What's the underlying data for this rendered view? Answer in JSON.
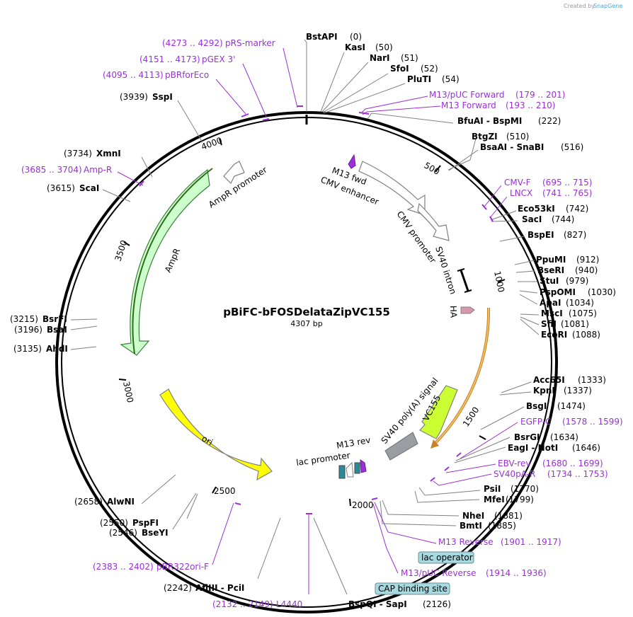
{
  "plasmid": {
    "name": "pBiFC-bFOSDelataZipVC155",
    "length_label": "4307 bp"
  },
  "brand": {
    "prefix": "Created by",
    "name": "SnapGene"
  },
  "ticks": [
    "500",
    "1000",
    "1500",
    "2000",
    "2500",
    "3000",
    "3500",
    "4000"
  ],
  "sites": [
    {
      "name": "BstAPI",
      "pos": "(0)"
    },
    {
      "name": "KasI",
      "pos": "(50)"
    },
    {
      "name": "NarI",
      "pos": "(51)"
    },
    {
      "name": "SfoI",
      "pos": "(52)"
    },
    {
      "name": "PluTI",
      "pos": "(54)"
    },
    {
      "name": "BfuAI - BspMI",
      "pos": "(222)"
    },
    {
      "name": "BtgZI",
      "pos": "(510)"
    },
    {
      "name": "BsaAI - SnaBI",
      "pos": "(516)"
    },
    {
      "name": "Eco53kI",
      "pos": "(742)"
    },
    {
      "name": "SacI",
      "pos": "(744)"
    },
    {
      "name": "BspEI",
      "pos": "(827)"
    },
    {
      "name": "PpuMI",
      "pos": "(912)"
    },
    {
      "name": "BseRI",
      "pos": "(940)"
    },
    {
      "name": "StuI",
      "pos": "(979)"
    },
    {
      "name": "PspOMI",
      "pos": "(1030)"
    },
    {
      "name": "ApaI",
      "pos": "(1034)"
    },
    {
      "name": "MscI",
      "pos": "(1075)"
    },
    {
      "name": "SfiI",
      "pos": "(1081)"
    },
    {
      "name": "EcoRI",
      "pos": "(1088)"
    },
    {
      "name": "Acc65I",
      "pos": "(1333)"
    },
    {
      "name": "KpnI",
      "pos": "(1337)"
    },
    {
      "name": "BsgI",
      "pos": "(1474)"
    },
    {
      "name": "BsrGI",
      "pos": "(1634)"
    },
    {
      "name": "EagI - NotI",
      "pos": "(1646)"
    },
    {
      "name": "PsiI",
      "pos": "(1770)"
    },
    {
      "name": "MfeI",
      "pos": "(1799)"
    },
    {
      "name": "NheI",
      "pos": "(1881)"
    },
    {
      "name": "BmtI",
      "pos": "(1885)"
    },
    {
      "name": "BspQI - SapI",
      "pos": "(2126)"
    },
    {
      "name": "AflIII - PciI",
      "pos": "(2242)"
    },
    {
      "name": "BseYI",
      "pos": "(2546)"
    },
    {
      "name": "PspFI",
      "pos": "(2550)"
    },
    {
      "name": "AlwNI",
      "pos": "(2658)"
    },
    {
      "name": "AhdI",
      "pos": "(3135)"
    },
    {
      "name": "BsaI",
      "pos": "(3196)"
    },
    {
      "name": "BsrFI",
      "pos": "(3215)"
    },
    {
      "name": "ScaI",
      "pos": "(3615)"
    },
    {
      "name": "XmnI",
      "pos": "(3734)"
    },
    {
      "name": "SspI",
      "pos": "(3939)"
    }
  ],
  "primers": [
    {
      "name": "pRS-marker",
      "range": "(4273 .. 4292)"
    },
    {
      "name": "pGEX 3'",
      "range": "(4151 .. 4173)"
    },
    {
      "name": "pBRforEco",
      "range": "(4095 .. 4113)"
    },
    {
      "name": "M13/pUC Forward",
      "range": "(179 .. 201)"
    },
    {
      "name": "M13 Forward",
      "range": "(193 .. 210)"
    },
    {
      "name": "CMV-F",
      "range": "(695 .. 715)"
    },
    {
      "name": "LNCX",
      "range": "(741 .. 765)"
    },
    {
      "name": "EGFP-C",
      "range": "(1578 .. 1599)"
    },
    {
      "name": "EBV-rev",
      "range": "(1680 .. 1699)"
    },
    {
      "name": "SV40pA-R",
      "range": "(1734 .. 1753)"
    },
    {
      "name": "M13 Reverse",
      "range": "(1901 .. 1917)"
    },
    {
      "name": "M13/pUC Reverse",
      "range": "(1914 .. 1936)"
    },
    {
      "name": "L4440",
      "range": "(2132 .. 2149)"
    },
    {
      "name": "pBR322ori-F",
      "range": "(2383 .. 2402)"
    },
    {
      "name": "Amp-R",
      "range": "(3685 .. 3704)"
    }
  ],
  "boxed": [
    {
      "name": "lac operator"
    },
    {
      "name": "CAP binding site"
    }
  ],
  "features": {
    "ampr_promoter": "AmpR promoter",
    "ampr": "AmpR",
    "ori": "ori",
    "m13_fwd": "M13 fwd",
    "cmv_enhancer": "CMV enhancer",
    "cmv_promoter": "CMV promoter",
    "sv40_intron": "SV40 intron",
    "ha": "HA",
    "vc155": "VC155",
    "sv40_polya": "SV40 poly(A) signal",
    "m13_rev": "M13 rev",
    "lac_promoter": "lac promoter"
  },
  "colors": {
    "site": "#000000",
    "primer": "#9b30d9",
    "feature_outline": "#808080",
    "ampr": "#ccffcc",
    "ori": "#ffff00",
    "vc155": "#ccff33",
    "insert_arc": "#f0c060",
    "cmv": "#ffffff",
    "boxed": "#a8d8e0"
  }
}
